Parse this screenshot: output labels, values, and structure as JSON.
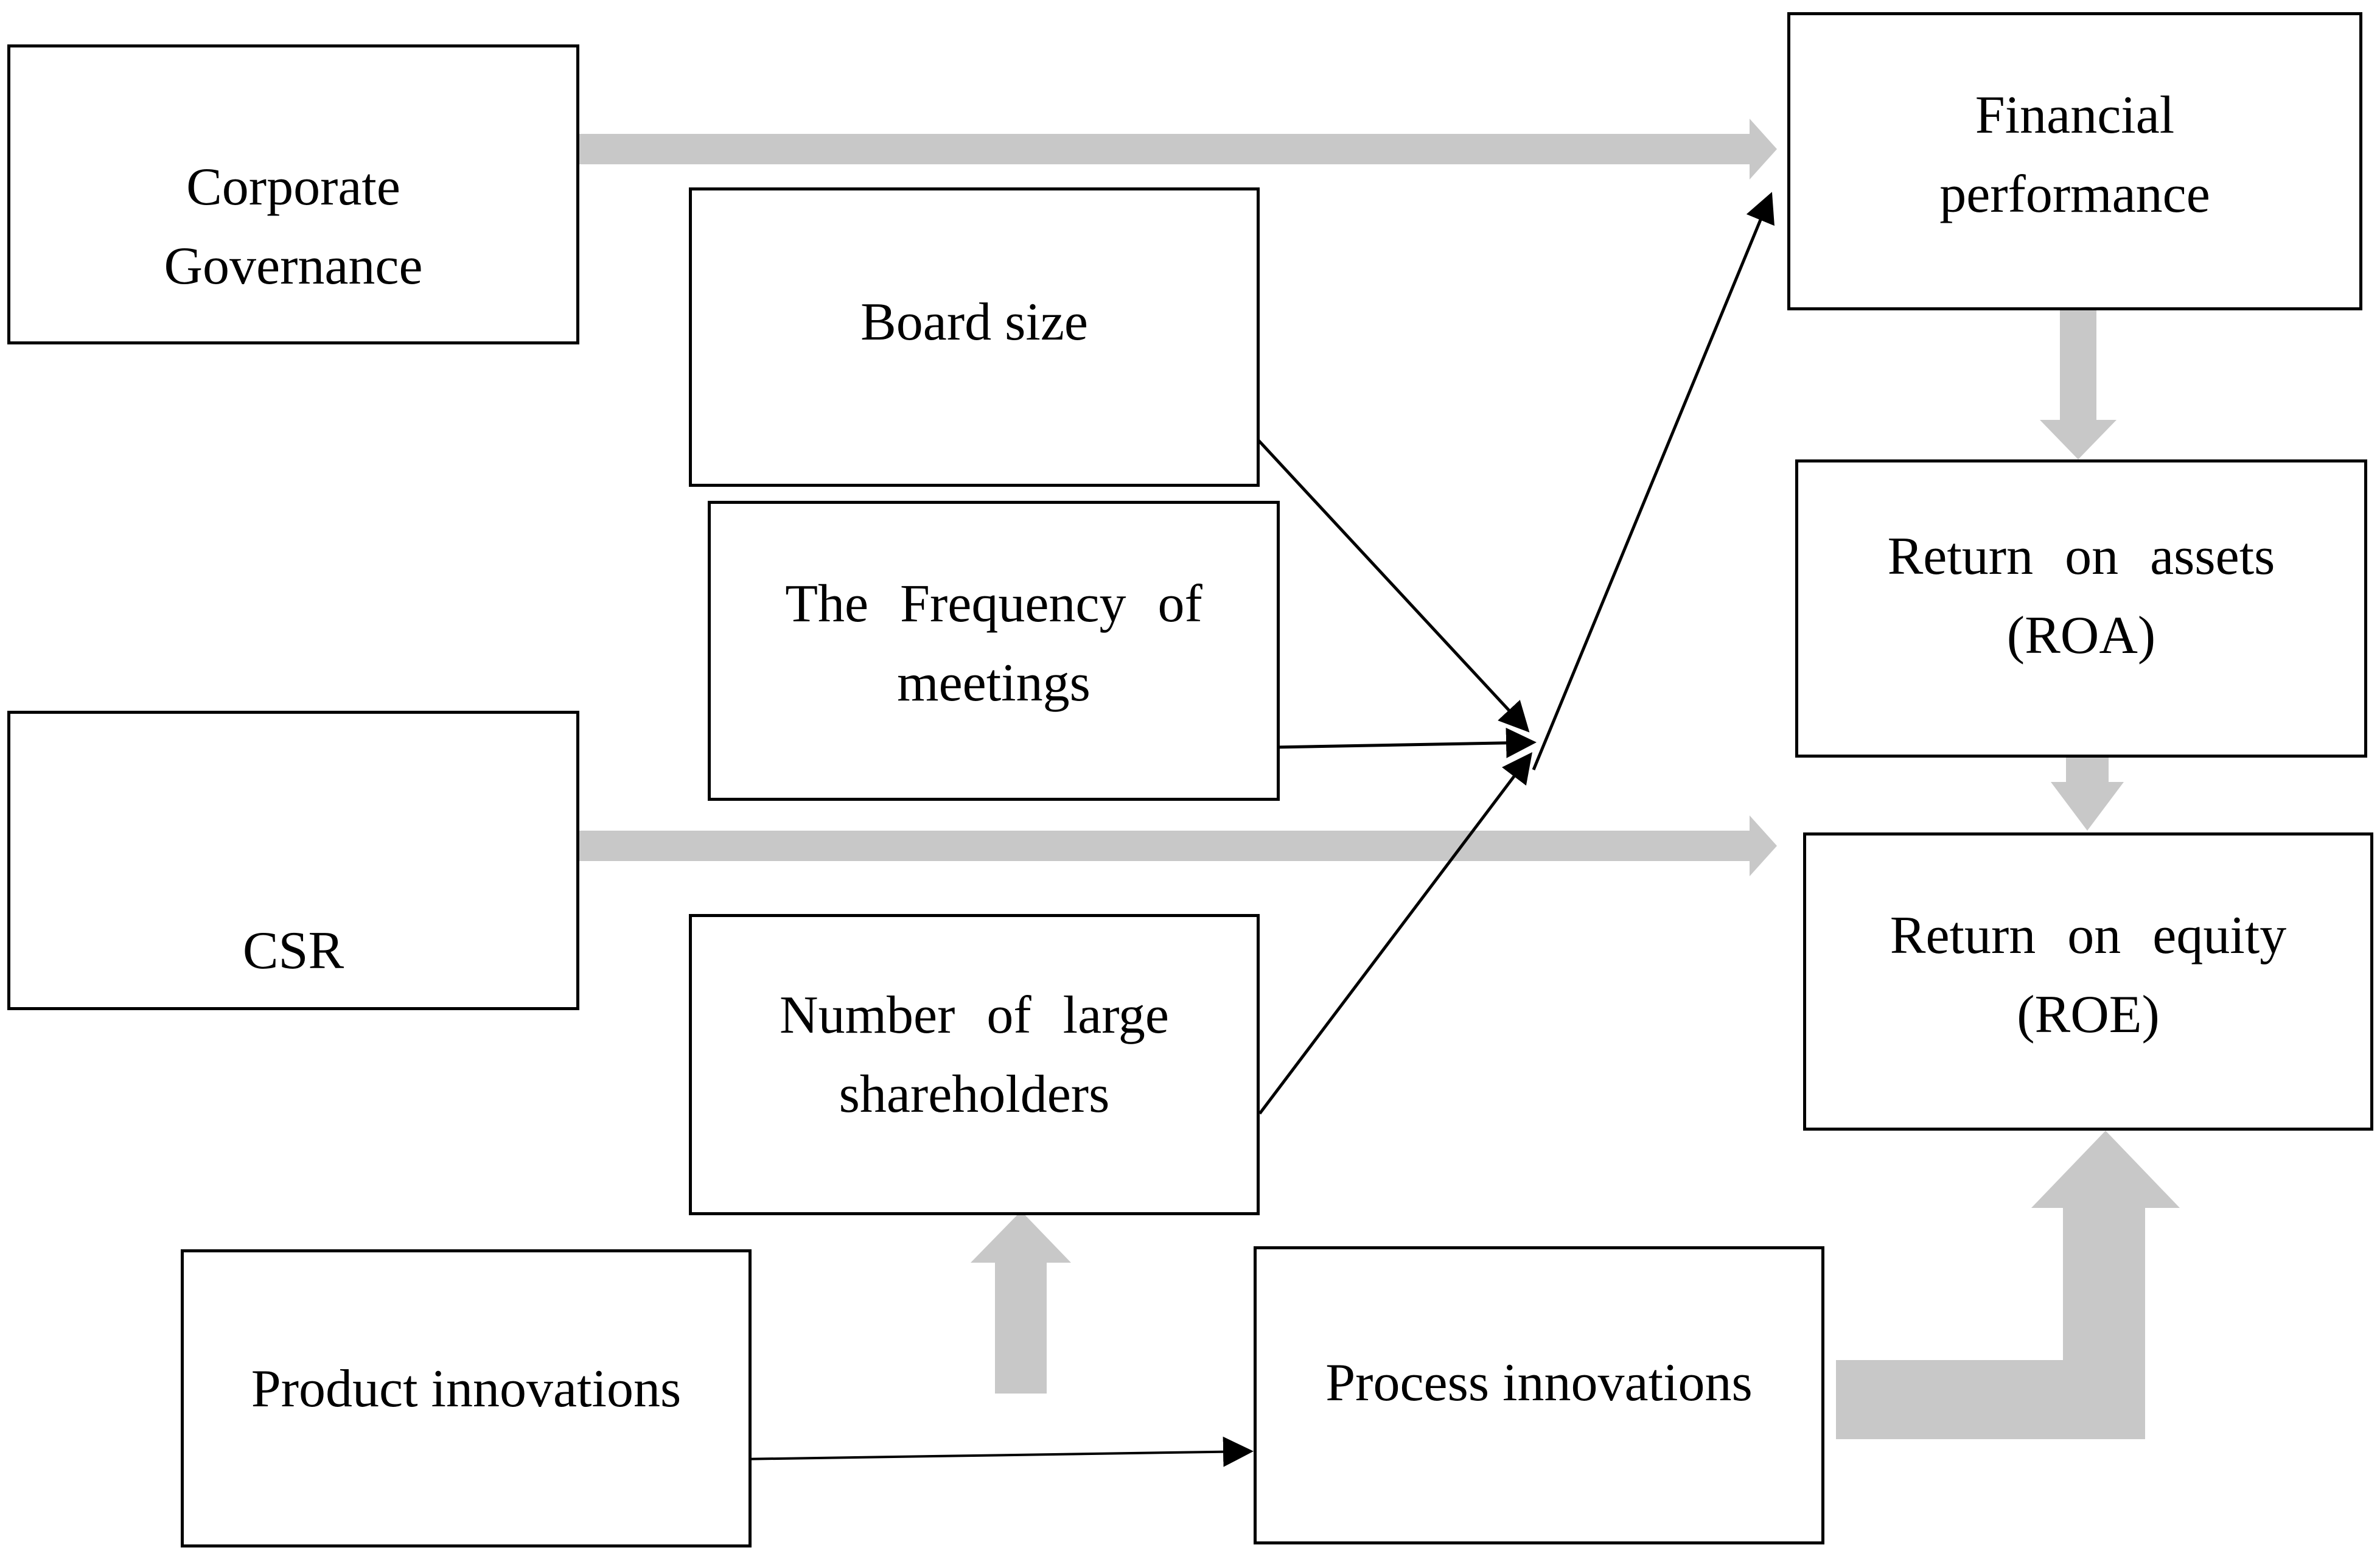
{
  "nodes": {
    "corporate_governance": {
      "lines": [
        "Corporate",
        "Governance"
      ]
    },
    "financial_performance": {
      "lines": [
        "Financial",
        "performance"
      ]
    },
    "board_size": {
      "lines": [
        "Board size"
      ]
    },
    "frequency_meetings": {
      "lines": [
        "The Frequency of",
        "meetings"
      ]
    },
    "return_on_assets": {
      "lines": [
        "Return on assets",
        "(ROA)"
      ]
    },
    "csr": {
      "lines": [
        "CSR"
      ]
    },
    "return_on_equity": {
      "lines": [
        "Return on equity",
        "(ROE)"
      ]
    },
    "large_shareholders": {
      "lines": [
        "Number of large",
        "shareholders"
      ]
    },
    "product_innovations": {
      "lines": [
        "Product innovations"
      ]
    },
    "process_innovations": {
      "lines": [
        "Process innovations"
      ]
    }
  },
  "colors": {
    "box_border": "#000000",
    "thin_arrow": "#000000",
    "block_arrow": "#c8c8c8"
  }
}
